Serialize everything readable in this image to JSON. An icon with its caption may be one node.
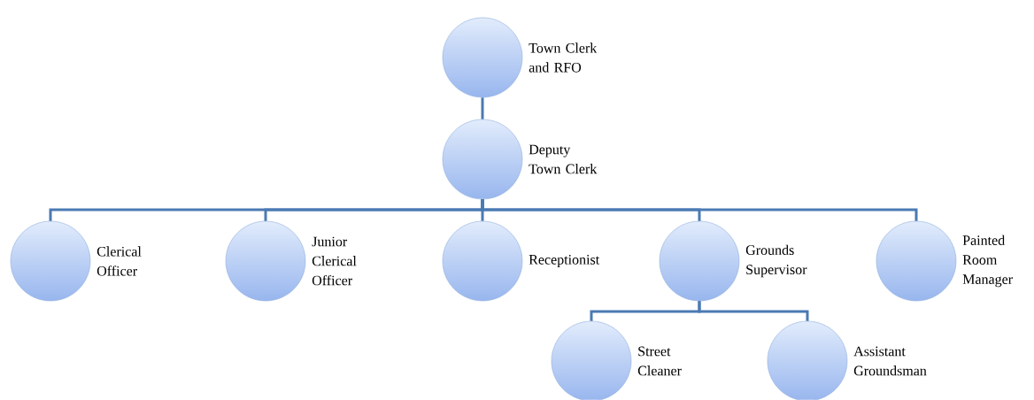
{
  "diagram": {
    "nodes": [
      {
        "text": [
          "Town Clerk and RFO"
        ]
      },
      {
        "text": [
          "Deputy Town Clerk"
        ]
      },
      {
        "text": [
          "Clerical Officer"
        ]
      },
      {
        "text": [
          "Junior Clerical Officer"
        ]
      },
      {
        "text": [
          "Receptionist"
        ]
      },
      {
        "text": [
          "Grounds Supervisor"
        ]
      },
      {
        "text": [
          "Painted Room Manager"
        ]
      },
      {
        "text": [
          "Street Cleaner"
        ]
      },
      {
        "text": [
          "Assistant Groundsman"
        ]
      }
    ],
    "edges": [
      {
        "from": 0,
        "to": 1,
        "arrow": "none"
      },
      {
        "from": 1,
        "to": 2,
        "arrow": "none"
      },
      {
        "from": 1,
        "to": 3,
        "arrow": "none"
      },
      {
        "from": 1,
        "to": 4,
        "arrow": "none"
      },
      {
        "from": 1,
        "to": 5,
        "arrow": "none"
      },
      {
        "from": 1,
        "to": 6,
        "arrow": "none"
      },
      {
        "from": 5,
        "to": 7,
        "arrow": "none"
      },
      {
        "from": 5,
        "to": 8,
        "arrow": "none"
      }
    ]
  }
}
